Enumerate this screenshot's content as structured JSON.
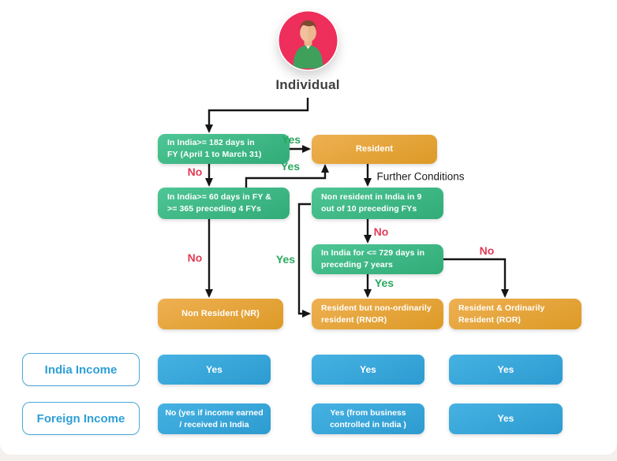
{
  "page": {
    "title": "Individual"
  },
  "colors": {
    "decision_green": "#3fbc88",
    "outcome_orange": "#e6a53a",
    "income_blue": "#3aa6da",
    "yes_label_green": "#2aa75f",
    "no_label_red": "#e23b56",
    "avatar_pink": "#ee2e5b"
  },
  "flowchart": {
    "decisions": [
      {
        "label": "In India>= 182 days in\nFY (April 1 to March 31)"
      },
      {
        "label": "In India>= 60 days in FY &\n>= 365 preceding 4 FYs"
      },
      {
        "label": "Non resident in India in 9\nout of 10 preceding FYs"
      },
      {
        "label": "In India for <= 729 days in\npreceding 7 years"
      }
    ],
    "outcomes": [
      {
        "label": "Resident"
      },
      {
        "label": "Non Resident (NR)"
      },
      {
        "label": "Resident but non-ordinarily\nresident (RNOR)"
      },
      {
        "label": "Resident & Ordinarily\nResident (ROR)"
      }
    ],
    "edge_labels": {
      "d1_yes": "Yes",
      "d1_no": "No",
      "d2_yes": "Yes",
      "d2_no": "No",
      "further_conditions": "Further Conditions",
      "d3_no": "No",
      "d3_yes": "Yes",
      "d4_yes": "Yes",
      "d4_no": "No"
    }
  },
  "income_table": {
    "row_headers": [
      {
        "label": "India Income"
      },
      {
        "label": "Foreign Income"
      }
    ],
    "india_income": [
      "Yes",
      "Yes",
      "Yes"
    ],
    "foreign_income": [
      "No (yes if income earned\n/ received in India",
      "Yes (from business\ncontrolled in India )",
      "Yes"
    ]
  }
}
